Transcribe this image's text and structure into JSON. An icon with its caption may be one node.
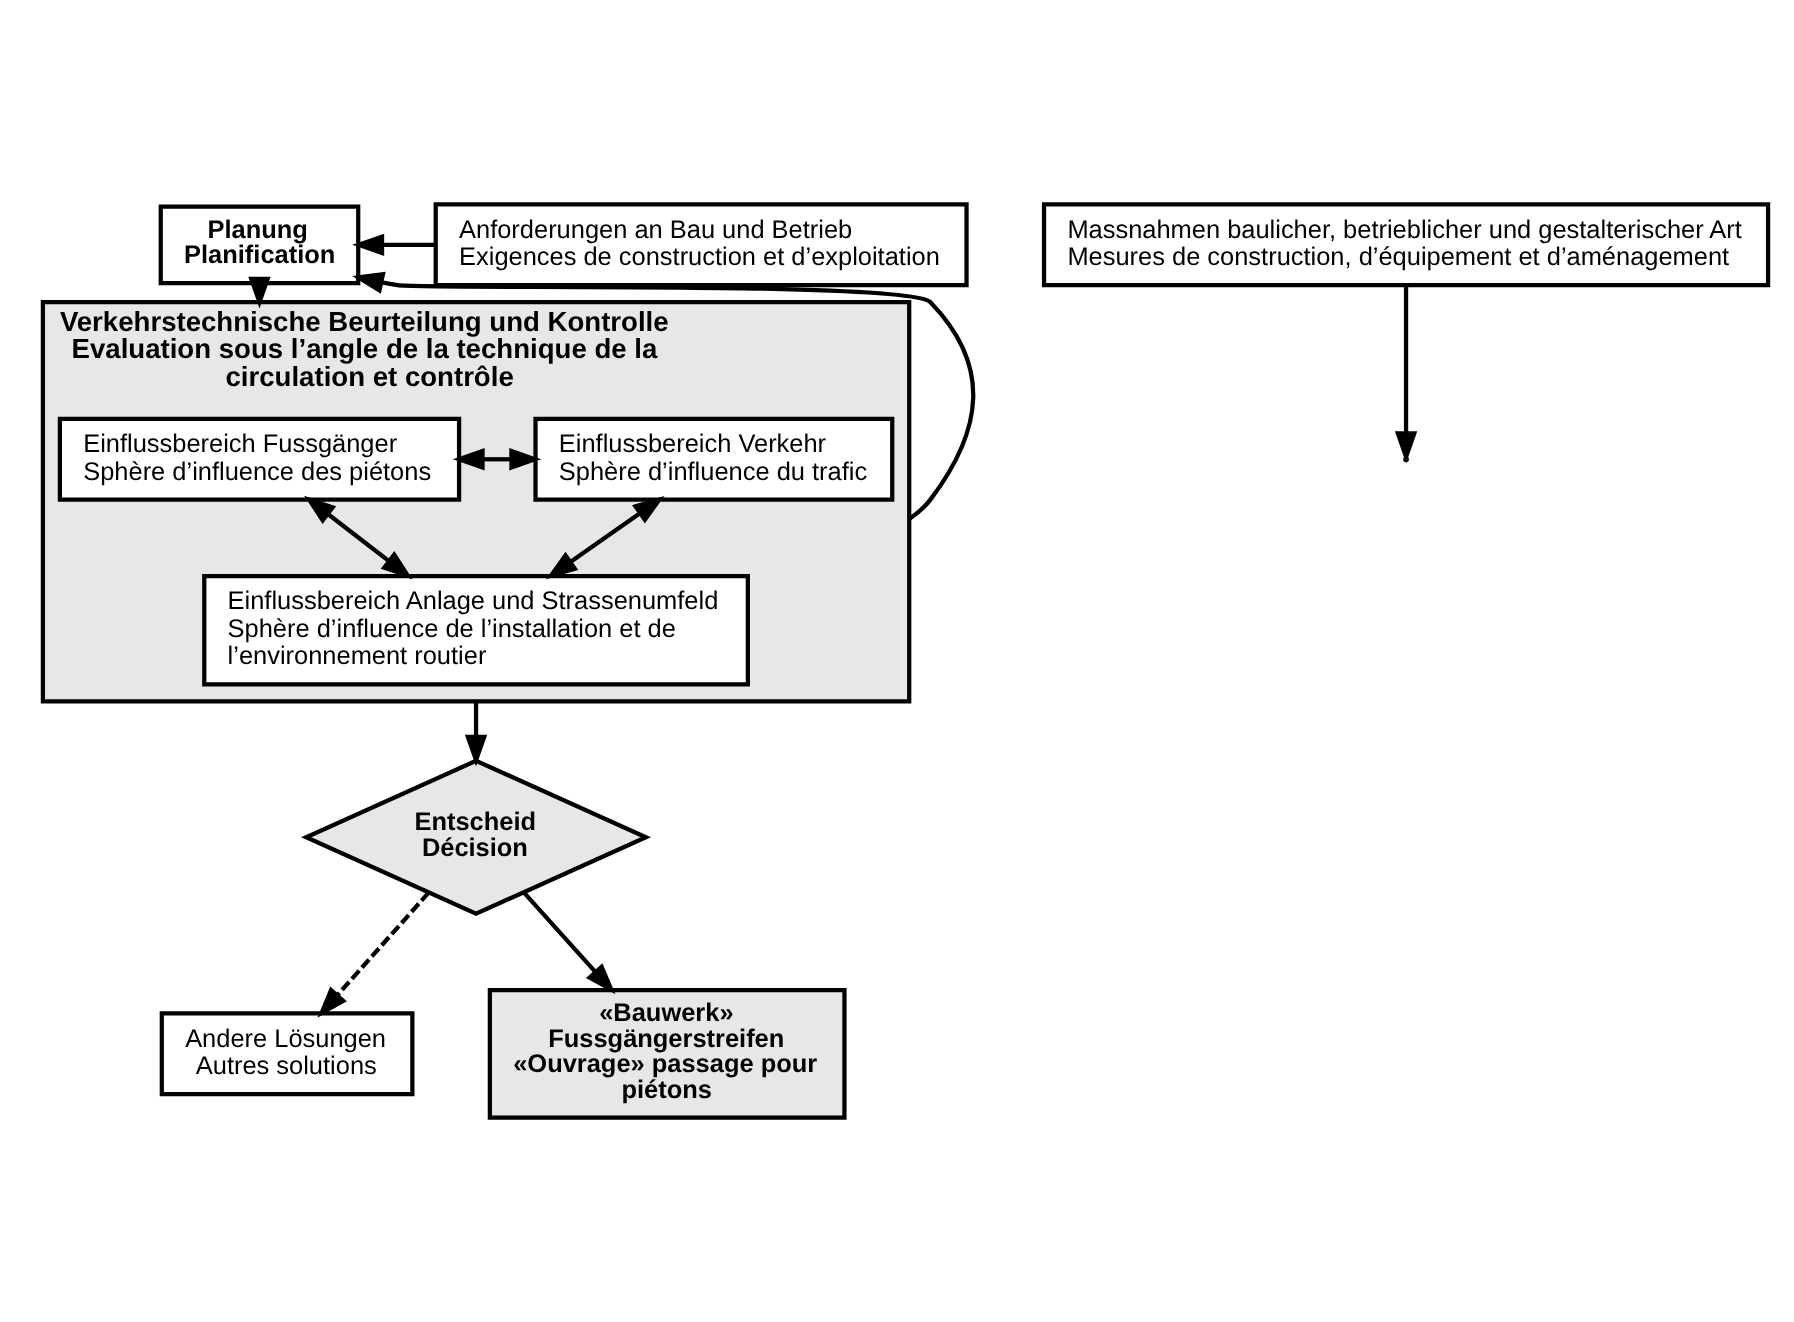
{
  "diagram": {
    "nodes": [
      {
        "text": [
          "Planung",
          "Planification"
        ]
      },
      {
        "text": [
          "Verkehrstechnische Beurteilung und Kontrolle",
          "Evaluation sous l’angle de la technique de la circulation et contrôle"
        ]
      },
      {
        "text": [
          "Einflussbereich Fussgänger",
          "Sphère d’influence des piétons"
        ],
        "in": 1
      },
      {
        "text": [
          "Einflussbereich Verkehr",
          "Sphère d’influence du trafic"
        ],
        "in": 1
      },
      {
        "text": [
          "Einflussbereich Anlage und Strassenumfeld",
          "Sphère d’influence de l’installation et de l’environnement routier"
        ],
        "in": 1
      },
      {
        "text": [
          "Entscheid",
          "Décision"
        ]
      },
      {
        "text": [
          "Andere Lösungen",
          "Autres solutions"
        ]
      },
      {
        "text": [
          "«Bauwerk» Fussgängerstreifen «Ouvrage» passage pour piétons"
        ]
      },
      {
        "text": [
          "Anforderungen an Bau und Betrieb",
          "Exigences de construction et d’exploitation"
        ]
      },
      {
        "text": [
          "Massnahmen baulicher, betrieblicher und gestalterischer Art",
          "Mesures de construction, d’équipement et d’aménagement"
        ]
      }
    ],
    "edges": [
      {
        "from": 0,
        "to": 1,
        "arrow": "to"
      },
      {
        "from": 1,
        "to": 0,
        "arrow": "to"
      },
      {
        "from": 2,
        "to": 3,
        "arrow": "both"
      },
      {
        "from": 2,
        "to": 4,
        "arrow": "both"
      },
      {
        "from": 3,
        "to": 4,
        "arrow": "both"
      },
      {
        "from": 1,
        "to": 5,
        "arrow": "to"
      },
      {
        "from": 5,
        "to": 6,
        "arrow": "to",
        "style": "dashed"
      },
      {
        "from": 5,
        "to": 7,
        "arrow": "to"
      },
      {
        "from": 8,
        "to": 0,
        "arrow": "to"
      },
      {
        "from": 9,
        "to": null,
        "arrow": "to"
      }
    ]
  }
}
